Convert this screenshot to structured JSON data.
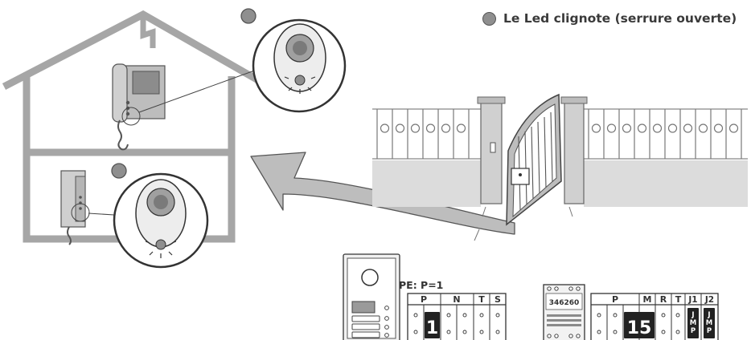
{
  "legend": {
    "led_status_text": "Le Led clignote (serrure ouverte)",
    "led_color": "#8f8f8f"
  },
  "colors": {
    "wall": "#a6a6a6",
    "device": "#b5b5b5",
    "device_dark": "#6e6e6e",
    "fence": "#d9d9d9",
    "arrow": "#bdbdbd"
  },
  "panel": {
    "setting_label": "PE: P=1",
    "terminal_headers": [
      "P",
      "N",
      "T",
      "S"
    ],
    "setting_value": "1"
  },
  "power_module": {
    "model": "346260",
    "terminal_headers": [
      "P",
      "M",
      "R",
      "T",
      "J1",
      "J2"
    ],
    "setting_value": "15",
    "jumper_label": "JMP"
  }
}
